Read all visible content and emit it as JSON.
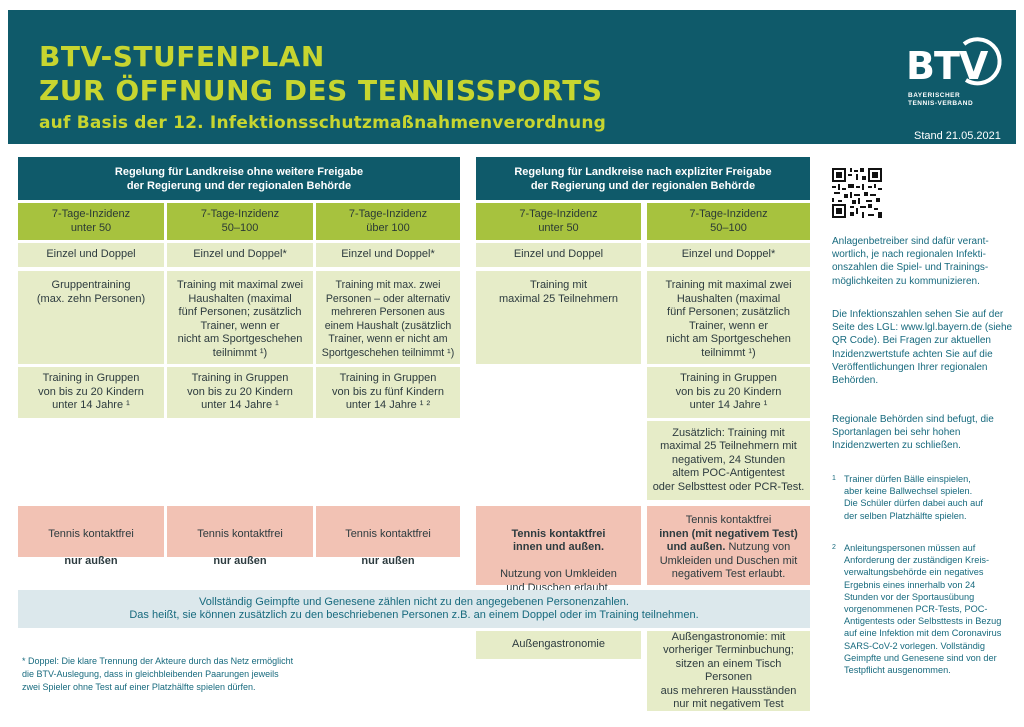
{
  "header": {
    "title_line1": "BTV-STUFENPLAN",
    "title_line2": "ZUR ÖFFNUNG DES TENNISSPORTS",
    "subtitle": "auf Basis der 12. Infektionsschutzmaßnahmenverordnung",
    "logo_text": "BTV",
    "logo_subtitle_line1": "BAYERISCHER",
    "logo_subtitle_line2": "TENNIS-VERBAND",
    "stand": "Stand 21.05.2021"
  },
  "groups": {
    "left_title": "Regelung für Landkreise ohne weitere Freigabe\nder Regierung und der regionalen Behörde",
    "right_title": "Regelung für Landkreise nach expliziter Freigabe\nder Regierung und der regionalen Behörde"
  },
  "columns": [
    {
      "incidence": "7-Tage-Inzidenz\nunter 50",
      "play": "Einzel und Doppel",
      "training": "Gruppentraining\n(max. zehn Personen)",
      "kids": "Training in Gruppen\nvon bis zu 20 Kindern\nunter 14 Jahre ¹",
      "tennis_line1": "Tennis kontaktfrei",
      "tennis_line2": "nur außen"
    },
    {
      "incidence": "7-Tage-Inzidenz\n50–100",
      "play": "Einzel und Doppel*",
      "training": "Training mit maximal zwei\nHaushalten (maximal\nfünf Personen; zusätzlich\nTrainer, wenn er\nnicht am Sportgeschehen\nteilnimmt ¹)",
      "kids": "Training in Gruppen\nvon bis zu 20 Kindern\nunter 14 Jahre ¹",
      "tennis_line1": "Tennis kontaktfrei",
      "tennis_line2": "nur außen"
    },
    {
      "incidence": "7-Tage-Inzidenz\nüber 100",
      "play": "Einzel und Doppel*",
      "training": "Training mit max. zwei\nPersonen – oder alternativ\nmehreren Personen aus\neinem Haushalt (zusätzlich\nTrainer, wenn er nicht am\nSportgeschehen teilnimmt ¹)",
      "kids": "Training in Gruppen\nvon bis zu fünf Kindern\nunter 14 Jahre ¹ ²",
      "tennis_line1": "Tennis kontaktfrei",
      "tennis_line2": "nur außen"
    },
    {
      "incidence": "7-Tage-Inzidenz\nunter 50",
      "play": "Einzel und Doppel",
      "training": "Training mit\nmaximal 25 Teilnehmern",
      "tennis_bold": "Tennis kontaktfrei\ninnen und außen.",
      "tennis_rest": "Nutzung von Umkleiden\nund Duschen erlaubt.",
      "gastro": "Außengastronomie"
    },
    {
      "incidence": "7-Tage-Inzidenz\n50–100",
      "play": "Einzel und Doppel*",
      "training": "Training mit maximal zwei\nHaushalten (maximal\nfünf Personen; zusätzlich\nTrainer, wenn er\nnicht am Sportgeschehen\nteilnimmt ¹)",
      "kids": "Training in Gruppen\nvon bis zu 20 Kindern\nunter 14 Jahre ¹",
      "extra": "Zusätzlich: Training mit\nmaximal 25 Teilnehmern mit\nnegativem, 24 Stunden\naltem POC-Antigentest\noder Selbsttest oder PCR-Test.",
      "tennis_plain": "Tennis kontaktfrei",
      "tennis_bold": "innen (mit negativem Test)\nund außen.",
      "tennis_rest": " Nutzung von\nUmkleiden und Duschen mit\nnegativem Test erlaubt.",
      "gastro": "Außengastronomie: mit\nvorheriger Terminbuchung;\nsitzen an einem Tisch Personen\naus mehreren Hausständen\nnur mit negativem Test"
    }
  ],
  "vaccinated_note": "Vollständig Geimpfte und Genesene zählen nicht zu den angegebenen Personenzahlen.\nDas heißt, sie können zusätzlich zu den beschriebenen Personen z.B. an einem Doppel oder im Training teilnehmen.",
  "sidebar": {
    "p1": "Anlagenbetreiber sind dafür verant-wortlich, je nach regionalen Infekti-onszahlen die Spiel- und Trainings-möglichkeiten zu kommunizieren.",
    "p2": "Die Infektionszahlen sehen Sie auf der Seite des LGL: www.lgl.bayern.de (siehe QR Code). Bei Fragen zur aktuellen Inzidenzwertstufe achten Sie auf die Veröffentlichungen Ihrer regionalen Behörden.",
    "p3": "Regionale Behörden sind befugt, die Sportanlagen bei sehr hohen Inzidenzwerten zu schließen.",
    "fn1_num": "1",
    "fn1": "Trainer dürfen Bälle einspielen,\naber keine Ballwechsel spielen.\nDie Schüler dürfen dabei auch auf\nder selben Platzhälfte spielen.",
    "fn2_num": "2",
    "fn2": "Anleitungspersonen müssen auf\nAnforderung der zuständigen Kreis-\nverwaltungsbehörde ein negatives\nErgebnis eines innerhalb von 24\nStunden vor der Sportausübung\nvorgenommenen PCR-Tests, POC-\nAntigentests oder Selbsttests in Bezug\nauf eine Infektion mit dem Coronavirus\nSARS-CoV-2 vorlegen. Vollständig\nGeimpfte und Genesene sind von der\nTestpflicht ausgenommen."
  },
  "footnote_star": "* Doppel: Die klare Trennung der Akteure durch das Netz ermöglicht\n   die BTV-Auslegung, dass in gleichbleibenden Paarungen jeweils\n   zwei Spieler ohne Test auf einer Platzhälfte spielen dürfen.",
  "colors": {
    "header_bg": "#0f5a6a",
    "title_green": "#c7d530",
    "incidence_green": "#a7c23e",
    "light_green": "#e6ecc8",
    "pink": "#f2c2b4",
    "light_blue": "#dce8ec",
    "sidebar_text": "#176a7e"
  }
}
